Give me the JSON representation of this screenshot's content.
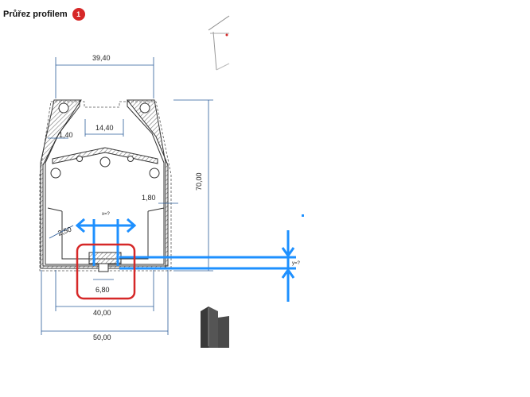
{
  "header": {
    "title": "Průřez profilem",
    "badge": "1"
  },
  "dimensions": {
    "width_top": "39,40",
    "inner_width": "14,40",
    "wall_left": "1,40",
    "wall_right": "1,80",
    "radius": "2,50",
    "height": "70,00",
    "slot_width": "6,80",
    "width_mid": "40,00",
    "width_total": "50,00"
  },
  "unknowns": {
    "x_label": "x=?",
    "y_label": "y=?"
  },
  "colors": {
    "badge": "#d62828",
    "annotation": "#1e90ff",
    "highlight": "#d62828",
    "dimension": "#2a5c9a"
  }
}
